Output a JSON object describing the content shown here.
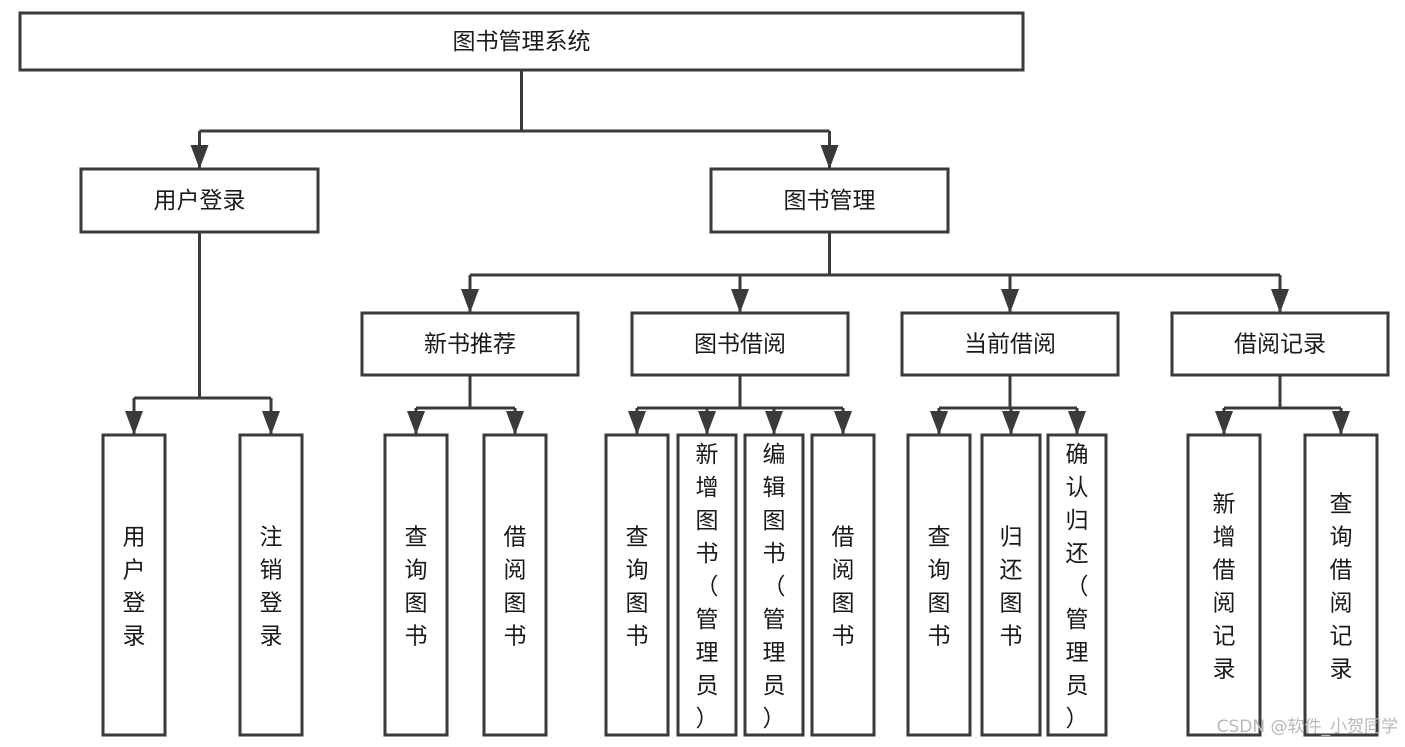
{
  "diagram": {
    "type": "tree-hierarchy-chart",
    "title": "图书管理系统",
    "background_color": "#ffffff",
    "box_stroke_color": "#3a3a3a",
    "box_fill_color": "#ffffff",
    "connector_color": "#3a3a3a",
    "text_color": "#1a1a1a",
    "levels": 4,
    "root": {
      "id": "root",
      "label": "图书管理系统",
      "orientation": "horizontal"
    },
    "level2": [
      {
        "id": "user-login",
        "label": "用户登录",
        "orientation": "horizontal"
      },
      {
        "id": "book-management",
        "label": "图书管理",
        "orientation": "horizontal"
      }
    ],
    "level3": [
      {
        "id": "new-book-recommend",
        "label": "新书推荐",
        "orientation": "horizontal",
        "parent": "book-management"
      },
      {
        "id": "book-borrow",
        "label": "图书借阅",
        "orientation": "horizontal",
        "parent": "book-management"
      },
      {
        "id": "current-borrow",
        "label": "当前借阅",
        "orientation": "horizontal",
        "parent": "book-management"
      },
      {
        "id": "borrow-record",
        "label": "借阅记录",
        "orientation": "horizontal",
        "parent": "book-management"
      }
    ],
    "leaves": [
      {
        "id": "leaf-user-login",
        "label": "用户登录",
        "orientation": "vertical",
        "parent": "user-login"
      },
      {
        "id": "leaf-logout",
        "label": "注销登录",
        "orientation": "vertical",
        "parent": "user-login"
      },
      {
        "id": "leaf-query-book-1",
        "label": "查询图书",
        "orientation": "vertical",
        "parent": "new-book-recommend"
      },
      {
        "id": "leaf-borrow-book-1",
        "label": "借阅图书",
        "orientation": "vertical",
        "parent": "new-book-recommend"
      },
      {
        "id": "leaf-query-book-2",
        "label": "查询图书",
        "orientation": "vertical",
        "parent": "book-borrow"
      },
      {
        "id": "leaf-add-book",
        "label": "新增图书（管理员）",
        "orientation": "vertical",
        "parent": "book-borrow"
      },
      {
        "id": "leaf-edit-book",
        "label": "编辑图书（管理员）",
        "orientation": "vertical",
        "parent": "book-borrow"
      },
      {
        "id": "leaf-borrow-book-2",
        "label": "借阅图书",
        "orientation": "vertical",
        "parent": "book-borrow"
      },
      {
        "id": "leaf-query-book-3",
        "label": "查询图书",
        "orientation": "vertical",
        "parent": "current-borrow"
      },
      {
        "id": "leaf-return-book",
        "label": "归还图书",
        "orientation": "vertical",
        "parent": "current-borrow"
      },
      {
        "id": "leaf-confirm-return",
        "label": "确认归还（管理员）",
        "orientation": "vertical",
        "parent": "current-borrow"
      },
      {
        "id": "leaf-add-record",
        "label": "新增借阅记录",
        "orientation": "vertical",
        "parent": "borrow-record"
      },
      {
        "id": "leaf-query-record",
        "label": "查询借阅记录",
        "orientation": "vertical",
        "parent": "borrow-record"
      }
    ]
  },
  "watermark": {
    "text": "CSDN @软件_小贺同学",
    "color": "#b9b9b9"
  }
}
